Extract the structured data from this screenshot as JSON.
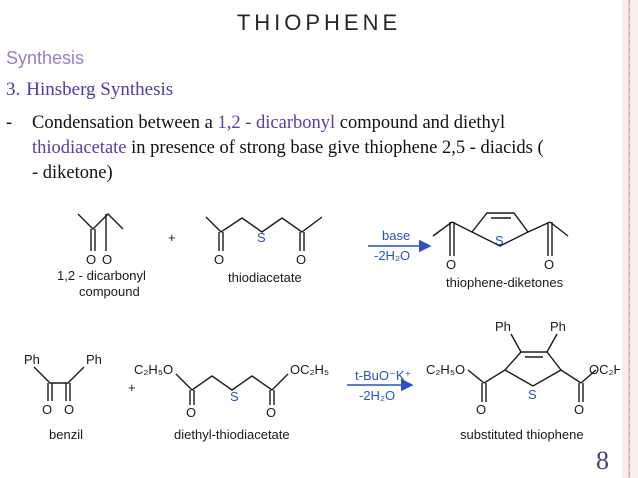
{
  "slide": {
    "title": "THIOPHENE",
    "subtitle": "Synthesis",
    "heading_number": "3.",
    "heading_text": "Hinsberg  Synthesis",
    "bullet": "-",
    "line1_a": "Condensation between a ",
    "line1_hl": "1,2 - dicarbonyl",
    "line1_b": " compound and diethyl",
    "line2_hl": "thiodiacetate",
    "line2_b": " in presence of strong base give thiophene 2,5 - diacids  (",
    "line3": "- diketone)",
    "page_number": "8"
  },
  "scheme": {
    "atoms": {
      "O": "O",
      "S": "S",
      "Ph": "Ph",
      "plus": "+"
    },
    "reaction1": {
      "reagent1_label_line1": "1,2 - dicarbonyl",
      "reagent1_label_line2": "compound",
      "reagent2_label": "thiodiacetate",
      "arrow_top": "base",
      "arrow_bottom": "-2H₂O",
      "product_label": "thiophene-diketones"
    },
    "reaction2": {
      "reagent1_label": "benzil",
      "reagent2_label": "diethyl-thiodiacetate",
      "ester_left": "C₂H₅O",
      "ester_right": "OC₂H₅",
      "arrow_top": "t-BuO⁻K⁺",
      "arrow_bottom": "-2H₂O",
      "product_label": "substituted thiophene"
    }
  },
  "colors": {
    "heading": "#4e3aa0",
    "subtitle": "#9a7ec7",
    "arrow": "#2a52be"
  }
}
